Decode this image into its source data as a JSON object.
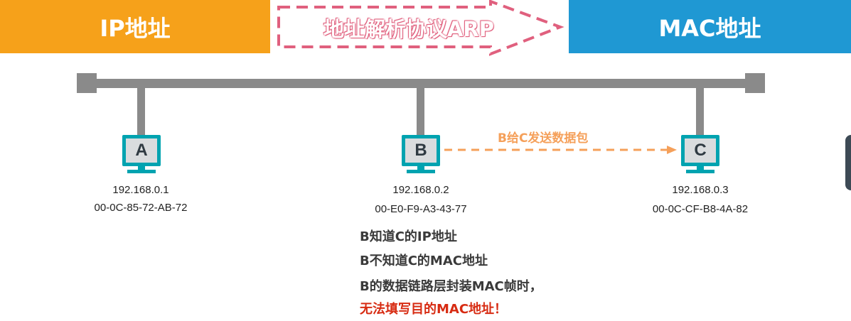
{
  "header": {
    "ip_label": "IP地址",
    "arp_label": "地址解析协议ARP",
    "mac_label": "MAC地址"
  },
  "hosts": [
    {
      "letter": "A",
      "ip": "192.168.0.1",
      "mac": "00-0C-85-72-AB-72"
    },
    {
      "letter": "B",
      "ip": "192.168.0.2",
      "mac": "00-E0-F9-A3-43-77"
    },
    {
      "letter": "C",
      "ip": "192.168.0.3",
      "mac": "00-0C-CF-B8-4A-82"
    }
  ],
  "transfer_label": "B给C发送数据包",
  "notes": [
    "B知道C的IP地址",
    "B不知道C的MAC地址",
    "B的数据链路层封装MAC帧时，",
    "无法填写目的MAC地址！"
  ],
  "colors": {
    "ip_banner": "#f6a11a",
    "mac_banner": "#1f98d3",
    "arp_arrow": "#e0607e",
    "bus": "#8a8a8a",
    "monitor": "#00a3b0",
    "transfer_arrow": "#f5a05a",
    "warning_text": "#d72b12"
  }
}
